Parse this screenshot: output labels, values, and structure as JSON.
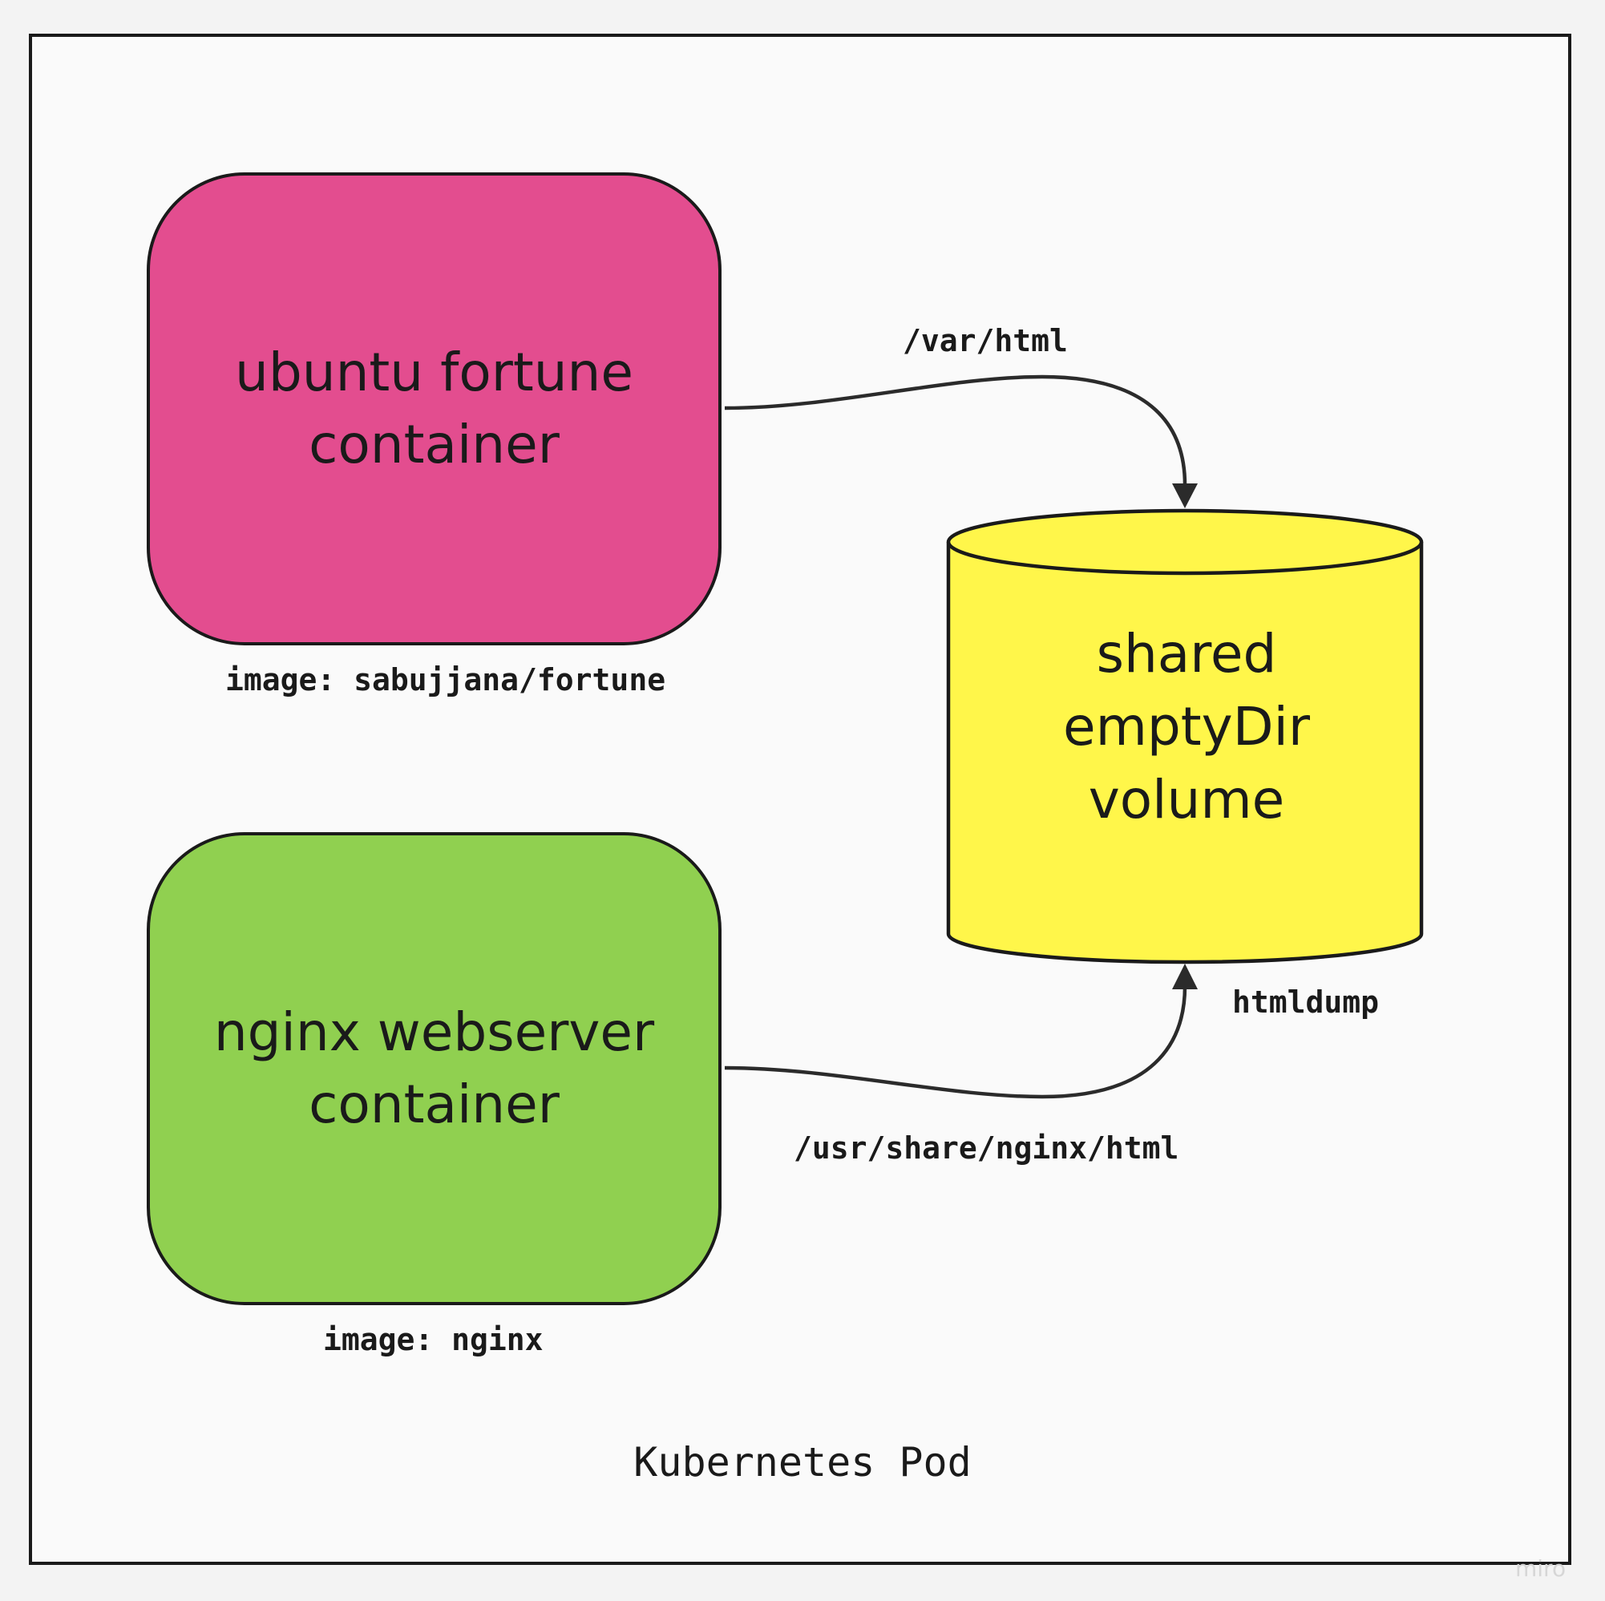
{
  "diagram": {
    "pod_label": "Kubernetes Pod",
    "watermark": "miro",
    "fortune_container": {
      "label": "ubuntu fortune\ncontainer",
      "image_caption": "image: sabujjana/fortune",
      "color": "#e34d8f"
    },
    "nginx_container": {
      "label": "nginx webserver\ncontainer",
      "image_caption": "image: nginx",
      "color": "#90d050"
    },
    "volume": {
      "label": "shared\nemptyDir\nvolume",
      "name": "htmldump",
      "color": "#fff64a"
    },
    "mounts": {
      "fortune_path": "/var/html",
      "nginx_path": "/usr/share/nginx/html"
    }
  }
}
